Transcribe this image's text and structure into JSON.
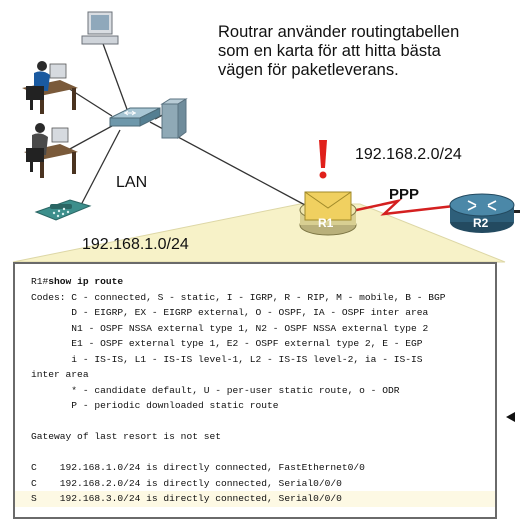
{
  "caption": {
    "line1": "Routrar använder routingtabellen",
    "line2": "som en karta för att hitta bästa",
    "line3": "vägen för paketleverans."
  },
  "network": {
    "subnet_r1_r2": "192.168.2.0/24",
    "lan_label": "LAN",
    "link_label": "PPP",
    "router1_label": "R1",
    "router2_label": "R2",
    "alert_symbol": "!",
    "subnet_lan": "192.168.1.0/24"
  },
  "icons": [
    "desktop-computer-icon",
    "user-workstation-icon",
    "phone-icon",
    "switch-icon",
    "server-icon",
    "router-icon",
    "alert-icon"
  ],
  "colors": {
    "alert": "#e0201b",
    "ppp_link": "#d42020",
    "router2": "#2e5f7a",
    "router1_envelope": "#f0d060",
    "callout": "#f7f2c8"
  },
  "terminal": {
    "prompt": "R1#",
    "command": "show ip route",
    "codes": [
      "Codes: C - connected, S - static, I - IGRP, R - RIP, M - mobile, B - BGP",
      "       D - EIGRP, EX - EIGRP external, O - OSPF, IA - OSPF inter area",
      "       N1 - OSPF NSSA external type 1, N2 - OSPF NSSA external type 2",
      "       E1 - OSPF external type 1, E2 - OSPF external type 2, E - EGP",
      "       i - IS-IS, L1 - IS-IS level-1, L2 - IS-IS level-2, ia - IS-IS",
      "inter area",
      "       * - candidate default, U - per-user static route, o - ODR",
      "       P - periodic downloaded static route"
    ],
    "gateway": "Gateway of last resort is not set",
    "routes": [
      "C    192.168.1.0/24 is directly connected, FastEthernet0/0",
      "C    192.168.2.0/24 is directly connected, Serial0/0/0",
      "S    192.168.3.0/24 is directly connected, Serial0/0/0"
    ]
  }
}
